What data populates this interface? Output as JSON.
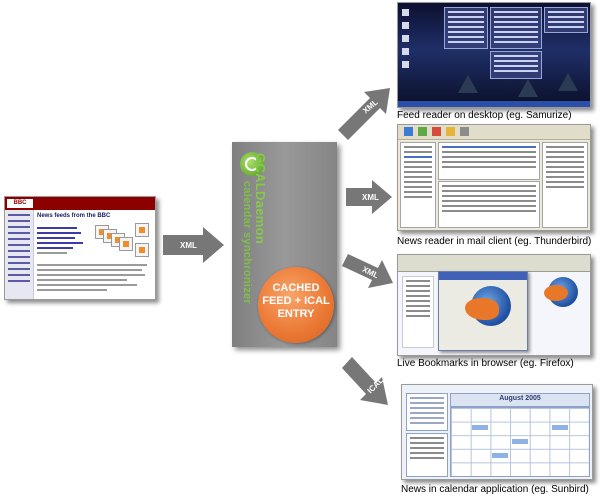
{
  "source": {
    "logo": "BBC NEWS",
    "heading": "News feeds from the BBC"
  },
  "daemon": {
    "name": "GCALDaemon",
    "subtitle": "calendar synchronizer",
    "cache_line1": "CACHED",
    "cache_line2": "FEED + ICAL",
    "cache_line3": "ENTRY"
  },
  "arrows": {
    "input_label": "XML",
    "desktop_label": "XML",
    "mail_label": "XML",
    "browser_label": "XML",
    "calendar_label": "ICAL"
  },
  "targets": {
    "desktop_caption": "Feed reader on desktop (eg. Samurize)",
    "mail_caption": "News reader in mail client (eg. Thunderbird)",
    "browser_caption": "Live Bookmarks in browser (eg. Firefox)",
    "calendar_caption": "News in calendar application (eg. Sunbird)",
    "calendar_month": "August 2005"
  },
  "colors": {
    "bbc_red": "#8c0000",
    "daemon_gray": "#8e8e8e",
    "daemon_green": "#86c94a",
    "cache_orange": "#ec7a36",
    "arrow_gray": "#777777"
  }
}
